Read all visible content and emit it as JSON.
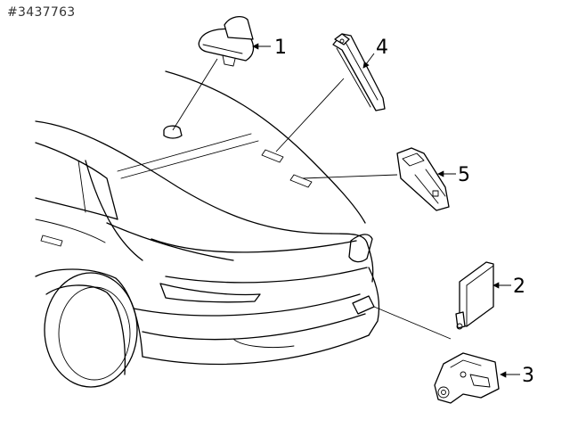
{
  "reference": "#3437763",
  "callouts": [
    {
      "id": "1",
      "label": "1"
    },
    {
      "id": "2",
      "label": "2"
    },
    {
      "id": "3",
      "label": "3"
    },
    {
      "id": "4",
      "label": "4"
    },
    {
      "id": "5",
      "label": "5"
    }
  ],
  "colors": {
    "line": "#000000",
    "background": "#ffffff",
    "reference_text": "#333333"
  }
}
